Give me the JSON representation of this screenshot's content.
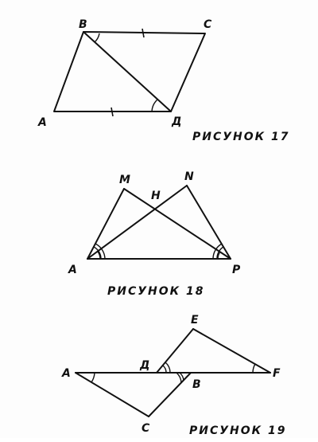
{
  "figures": [
    {
      "caption": "РИСУНОК 17",
      "points": {
        "A": "A",
        "B": "B",
        "C": "C",
        "D": "Д"
      }
    },
    {
      "caption": "РИСУНОК 18",
      "points": {
        "M": "M",
        "N": "N",
        "H": "H",
        "A": "A",
        "P": "P"
      }
    },
    {
      "caption": "РИСУНОК 19",
      "points": {
        "E": "E",
        "D": "Д",
        "F": "F",
        "A": "A",
        "B": "B",
        "C": "C"
      }
    }
  ]
}
